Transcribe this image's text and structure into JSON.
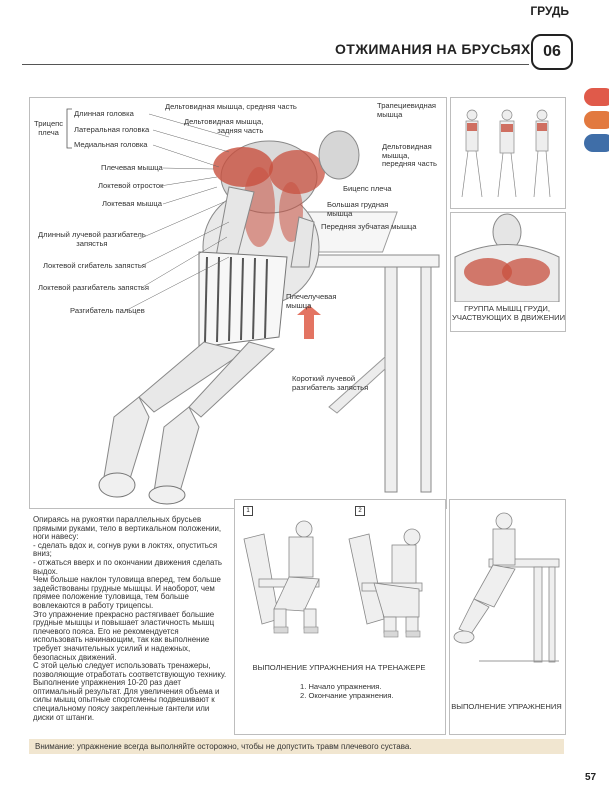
{
  "header": {
    "section": "ГРУДЬ",
    "title": "ОТЖИМАНИЯ НА БРУСЬЯХ",
    "number": "06"
  },
  "colors": {
    "accent_red": "#e05a4a",
    "accent_orange": "#e2793f",
    "accent_blue": "#3f6ea8",
    "note_bg": "#f1e6d0",
    "muscle_red": "#c8503f"
  },
  "labels_left": {
    "triceps": "Трицепс\nплеча",
    "long_head": "Длинная головка",
    "lateral_head": "Латеральная головка",
    "medial_head": "Медиальная головка",
    "brachialis": "Плечевая мышца",
    "olecranon": "Локтевой отросток",
    "anconeus": "Локтевая мышца",
    "ecrl": "Длинный лучевой разгибатель\nзапястья",
    "fcu": "Локтевой сгибатель запястья",
    "ecu": "Локтевой разгибатель запястья",
    "ed": "Разгибатель пальцев"
  },
  "labels_top": {
    "delt_middle": "Дельтовидная мышца, средняя часть",
    "delt_posterior": "Дельтовидная мышца,\nзадняя часть",
    "trapezius": "Трапециевидная\nмышца",
    "delt_anterior": "Дельтовидная\nмышца,\nпередняя часть",
    "biceps": "Бицепс плеча",
    "pec_major": "Большая грудная\nмышца",
    "serratus": "Передняя зубчатая мышца",
    "brachioradialis": "Плечелучевая\nмышца",
    "ecrb": "Короткий лучевой\nразгибатель запястья"
  },
  "chest_caption": "ГРУППА МЫШЦ ГРУДИ,\nУЧАСТВУЮЩИХ В ДВИЖЕНИИ",
  "description": [
    "Опираясь на рукоятки параллельных брусьев прямыми руками, тело в вертикальном положении, ноги навесу:",
    "- сделать вдох и, согнув руки в локтях, опуститься вниз;",
    "- отжаться вверх и по окончании движения сделать выдох.",
    "Чем больше наклон туловища вперед, тем больше задействованы грудные мышцы. И наоборот, чем прямее положение туловища, тем больше вовлекаются в работу трицепсы.",
    "Это упражнение прекрасно растягивает большие грудные мышцы и повышает эластичность мышц плечевого пояса. Его не рекомендуется использовать начинающим, так как выполнение требует значительных усилий и надежных, безопасных движений.",
    "С этой целью следует использовать тренажеры, позволяющие отработать соответствующую технику.",
    "Выполнение упражнения 10-20 раз дает оптимальный результат. Для увеличения объема и силы мышц опытные спортсмены подвешивают к специальному поясу закрепленные гантели или диски от штанги."
  ],
  "machine_panel": {
    "step1": "1",
    "step2": "2",
    "caption": "ВЫПОЛНЕНИЕ УПРАЖНЕНИЯ НА ТРЕНАЖЕРЕ",
    "legend": [
      "1. Начало упражнения.",
      "2. Окончание упражнения."
    ]
  },
  "execution_caption": "ВЫПОЛНЕНИЕ УПРАЖНЕНИЯ",
  "note": "Внимание: упражнение всегда выполняйте осторожно, чтобы не допустить травм плечевого сустава.",
  "page_number": "57"
}
